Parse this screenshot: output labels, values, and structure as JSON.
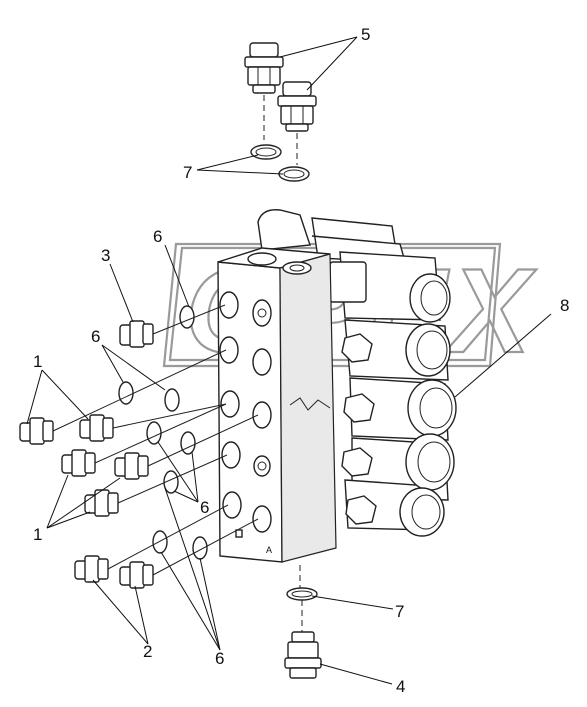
{
  "diagram": {
    "watermark_text": "OPEX",
    "callouts": [
      {
        "id": "c5",
        "text": "5"
      },
      {
        "id": "c7a",
        "text": "7"
      },
      {
        "id": "c6a",
        "text": "6"
      },
      {
        "id": "c3",
        "text": "3"
      },
      {
        "id": "c8",
        "text": "8"
      },
      {
        "id": "c6b",
        "text": "6"
      },
      {
        "id": "c1a",
        "text": "1"
      },
      {
        "id": "c1b",
        "text": "1"
      },
      {
        "id": "c6c",
        "text": "6"
      },
      {
        "id": "c7b",
        "text": "7"
      },
      {
        "id": "c2",
        "text": "2"
      },
      {
        "id": "c6d",
        "text": "6"
      },
      {
        "id": "c4",
        "text": "4"
      }
    ],
    "block_mark": "A"
  }
}
